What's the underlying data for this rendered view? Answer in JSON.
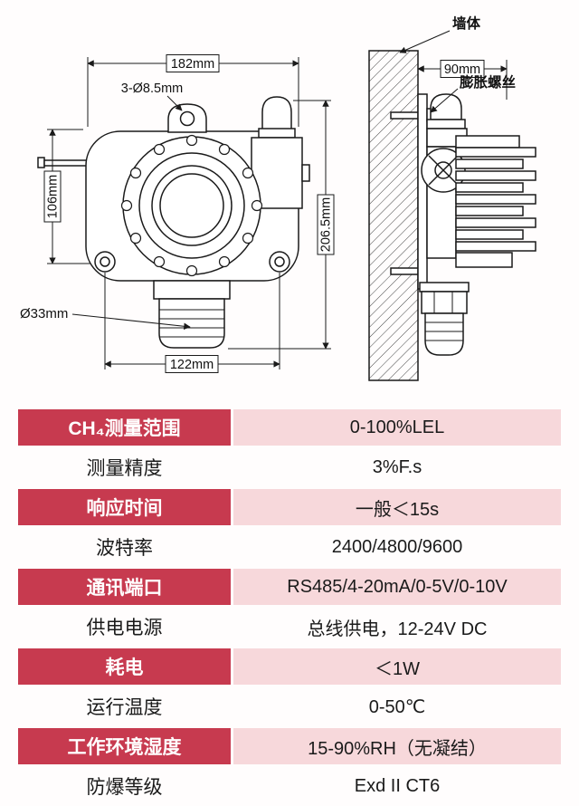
{
  "diagram": {
    "front_view": {
      "dim_top_width": "182mm",
      "dim_holes": "3-Ø8.5mm",
      "dim_left_height": "106mm",
      "dim_right_height": "206.5mm",
      "dim_sensor_diameter": "Ø33mm",
      "dim_bottom_width": "122mm"
    },
    "side_view": {
      "wall_label": "墙体",
      "dim_depth": "90mm",
      "screw_label": "膨胀螺丝"
    }
  },
  "spec_table": {
    "colors": {
      "red": "#c73a4f",
      "pink": "#f7d8db"
    },
    "rows": [
      {
        "label": "CH₄测量范围",
        "value": "0-100%LEL",
        "highlight": true
      },
      {
        "label": "测量精度",
        "value": "3%F.s",
        "highlight": false
      },
      {
        "label": "响应时间",
        "value": "一般＜15s",
        "highlight": true
      },
      {
        "label": "波特率",
        "value": "2400/4800/9600",
        "highlight": false
      },
      {
        "label": "通讯端口",
        "value": "RS485/4-20mA/0-5V/0-10V",
        "highlight": true
      },
      {
        "label": "供电电源",
        "value": "总线供电，12-24V DC",
        "highlight": false
      },
      {
        "label": "耗电",
        "value": "＜1W",
        "highlight": true
      },
      {
        "label": "运行温度",
        "value": "0-50℃",
        "highlight": false
      },
      {
        "label": "工作环境湿度",
        "value": "15-90%RH（无凝结）",
        "highlight": true
      },
      {
        "label": "防爆等级",
        "value": "Exd II CT6",
        "highlight": false
      }
    ]
  }
}
